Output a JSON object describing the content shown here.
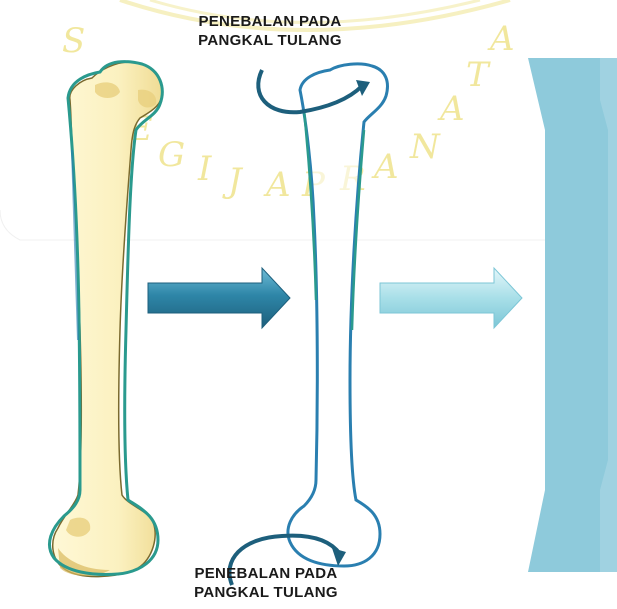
{
  "watermark": {
    "text": "SOEGIJAPRANATA",
    "color": "#e6d54e"
  },
  "labels": {
    "top": {
      "line1": "PENEBALAN PADA",
      "line2": "PANGKAL  TULANG"
    },
    "bottom": {
      "line1": "PENEBALAN PADA",
      "line2": "PANGKAL  TULANG"
    }
  },
  "colors": {
    "bone_fill": "#fbf1c0",
    "bone_shadow": "#e9cf7e",
    "bone_outline_teal": "#2a9a8e",
    "bone_outline_blue": "#2a7fb0",
    "arrow_dark": "#2e86a8",
    "arrow_light": "#a8dfe8",
    "model_fill": "#8ecadb"
  },
  "icons": {
    "realistic_bone": "femur-bone-icon",
    "outline_bone": "femur-outline-icon",
    "simplified_bone": "simplified-bone-icon",
    "arrow_1": "right-arrow-icon",
    "arrow_2": "right-arrow-icon"
  }
}
